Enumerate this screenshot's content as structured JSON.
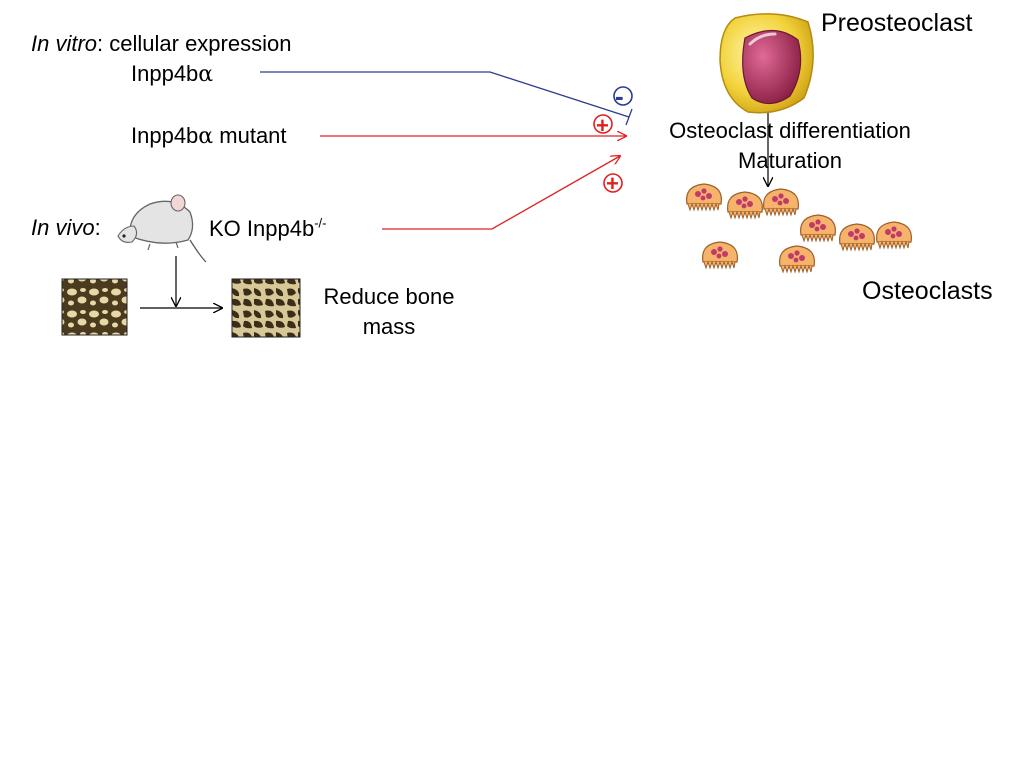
{
  "in_vitro": {
    "label_italic": "In vitro",
    "label_rest": ": cellular expression"
  },
  "inpp4ba": {
    "text": "Inpp4b",
    "greek": "α"
  },
  "inpp4ba_mutant": {
    "text": "Inpp4b",
    "greek": "α",
    "rest": " mutant"
  },
  "in_vivo": {
    "label_italic": "In vivo",
    "label_rest": ":"
  },
  "ko": {
    "text": "KO Inpp4b",
    "sup": "-/-"
  },
  "reduce_bone_mass": {
    "line1": "Reduce bone",
    "line2": "mass"
  },
  "preosteoclast": "Preosteoclast",
  "differentiation": {
    "line1": "Osteoclast differentiation",
    "line2": "Maturation"
  },
  "osteoclasts": "Osteoclasts",
  "signs": {
    "minus": "-",
    "plus_top": "+",
    "plus_bottom": "+"
  },
  "colors": {
    "inhibit": "#2b3b8f",
    "activate": "#e02020",
    "cell_yellow": "#f2d23a",
    "nucleus": "#b0305e",
    "osteoclast": "#f5b36b",
    "bone_dark": "#4a3a1e",
    "bone_light": "#e8d8a8"
  }
}
